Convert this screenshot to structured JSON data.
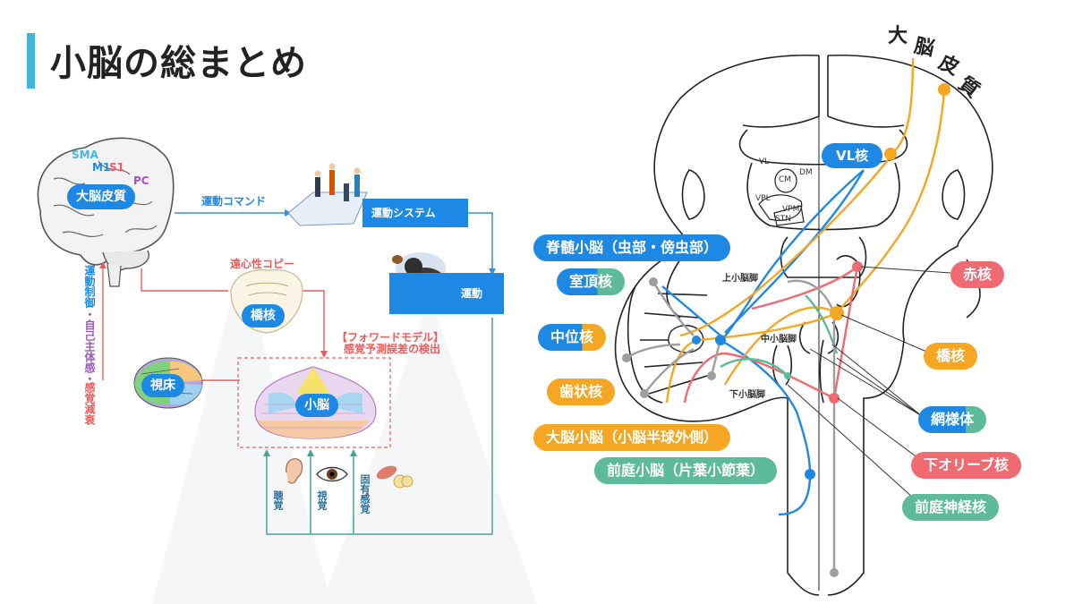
{
  "title": "小脳の総まとめ",
  "left": {
    "brain_labels": {
      "sma": "SMA",
      "m1": "M1",
      "s1": "S1",
      "pc": "PC"
    },
    "cortex": "大脳皮質",
    "motor_command": "運動コマンド",
    "motor_system": "運動システム",
    "movement": "運動",
    "efference_copy": "遠心性コピー",
    "pons": "橋核",
    "forward_model_1": "【フォワードモデル】",
    "forward_model_2": "感覚予測誤差の検出",
    "thalamus": "視床",
    "cerebellum": "小脳",
    "side_text_1": "運動制御",
    "side_text_2": "・自己主体感・",
    "side_text_3": "感覚減衰",
    "senses": {
      "hearing": "聴覚",
      "vision": "視覚",
      "proprio": "固有感覚"
    }
  },
  "right": {
    "cortex_arc": [
      "大",
      "脳",
      "皮",
      "質"
    ],
    "vl": "VL核",
    "thal_nuclei": {
      "vl": "VL",
      "cm": "CM",
      "dm": "DM",
      "vpl": "VPL",
      "vpm": "VPM",
      "stn": "STN"
    },
    "peduncles": {
      "sup": "上小脳脚",
      "mid": "中小脳脚",
      "inf": "下小脳脚"
    },
    "pills_left": {
      "spinocerebellum": "脊髄小脳（虫部・傍虫部）",
      "fastigial": "室頂核",
      "interposed": "中位核",
      "dentate": "歯状核",
      "cerebrocerebellum": "大脳小脳（小脳半球外側）",
      "vestibulocerebellum": "前庭小脳（片葉小節葉）"
    },
    "pills_right": {
      "red_nucleus": "赤核",
      "pontine": "橋核",
      "reticular": "網様体",
      "inferior_olive": "下オリーブ核",
      "vestibular": "前庭神経核"
    }
  },
  "colors": {
    "accent_blue": "#1e88e5",
    "teal": "#5dba9b",
    "orange": "#f5a623",
    "red": "#f06a72",
    "gray": "#aaaaaa",
    "title_bar": "#44b4d8"
  }
}
